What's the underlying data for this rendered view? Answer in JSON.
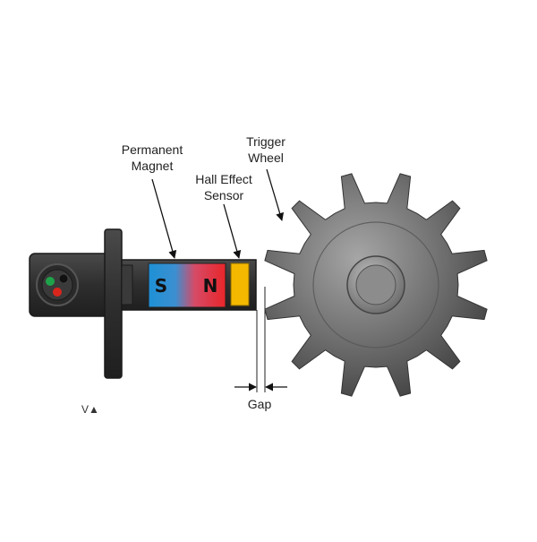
{
  "labels": {
    "permanent_magnet_line1": "Permanent",
    "permanent_magnet_line2": "Magnet",
    "hall_effect_line1": "Hall Effect",
    "hall_effect_line2": "Sensor",
    "trigger_wheel_line1": "Trigger",
    "trigger_wheel_line2": "Wheel",
    "gap": "Gap",
    "pole_s": "S",
    "pole_n": "N",
    "watermark": "V▲"
  },
  "colors": {
    "body_dark": "#2f2f2f",
    "magnet_south": "#1e90d6",
    "magnet_north": "#e8262a",
    "sensor": "#f5b800",
    "wheel_light": "#8a8a8a",
    "wheel_dark": "#4a4a4a",
    "pin_green": "#1fa34a",
    "pin_red": "#d9261c",
    "pin_black": "#111111"
  },
  "wheel": {
    "teeth": 12
  }
}
